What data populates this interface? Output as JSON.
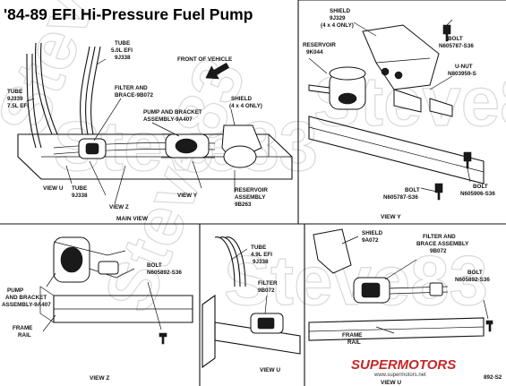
{
  "title": "'84-89 EFI Hi-Pressure Fuel Pump",
  "watermark": "Steve83",
  "main_view": {
    "caption": "MAIN VIEW",
    "labels": {
      "tube_50": [
        "TUBE",
        "5.0L EFI",
        "9J338"
      ],
      "front": "FRONT OF VEHICLE",
      "tube_75": [
        "TUBE",
        "9J339",
        "7.5L EFI"
      ],
      "filter": [
        "FILTER AND",
        "BRACE-9B072"
      ],
      "pump": [
        "PUMP AND BRACKET",
        "ASSEMBLY-9A407"
      ],
      "shield": [
        "SHIELD",
        "(4 x 4 ONLY)"
      ],
      "view_u": "VIEW U",
      "tube_9j338": [
        "TUBE",
        "9J338"
      ],
      "view_z": "VIEW Z",
      "view_y": "VIEW Y",
      "reservoir": [
        "RESERVOIR",
        "ASSEMBLY",
        "9B263"
      ]
    }
  },
  "view_y": {
    "caption": "VIEW Y",
    "labels": {
      "shield": [
        "SHIELD",
        "9J329",
        "(4 x 4 ONLY)"
      ],
      "bolt_top": [
        "BOLT",
        "N605787-S36"
      ],
      "reservoir": [
        "RESERVOIR",
        "9K044"
      ],
      "unut": [
        "U-NUT",
        "N803959-S"
      ],
      "bolt_bl": [
        "BOLT",
        "N605787-S36"
      ],
      "bolt_br": [
        "BOLT",
        "N605906-S36"
      ]
    }
  },
  "view_z": {
    "caption": "VIEW Z",
    "labels": {
      "pump": [
        "PUMP",
        "AND BRACKET",
        "ASSEMBLY-9A407"
      ],
      "bolt": [
        "BOLT",
        "N605892-S36"
      ],
      "frame": [
        "FRAME",
        "RAIL"
      ]
    }
  },
  "view_u_mid": {
    "caption": "VIEW U",
    "labels": {
      "tube": [
        "TUBE",
        "4.9L EFI",
        "9J338"
      ],
      "filter": [
        "FILTER",
        "9B072"
      ]
    }
  },
  "view_u_right": {
    "caption": "VIEW U",
    "labels": {
      "shield": [
        "SHIELD",
        "9A072"
      ],
      "filter": [
        "FILTER AND",
        "BRACE ASSEMBLY",
        "9B072"
      ],
      "bolt": [
        "BOLT",
        "N605892-S36"
      ],
      "frame": [
        "FRAME",
        "RAIL"
      ],
      "bolt_corner": "892-S2"
    }
  },
  "brand": {
    "name": "SUPERMOTORS",
    "url": "www.supermotors.net"
  }
}
